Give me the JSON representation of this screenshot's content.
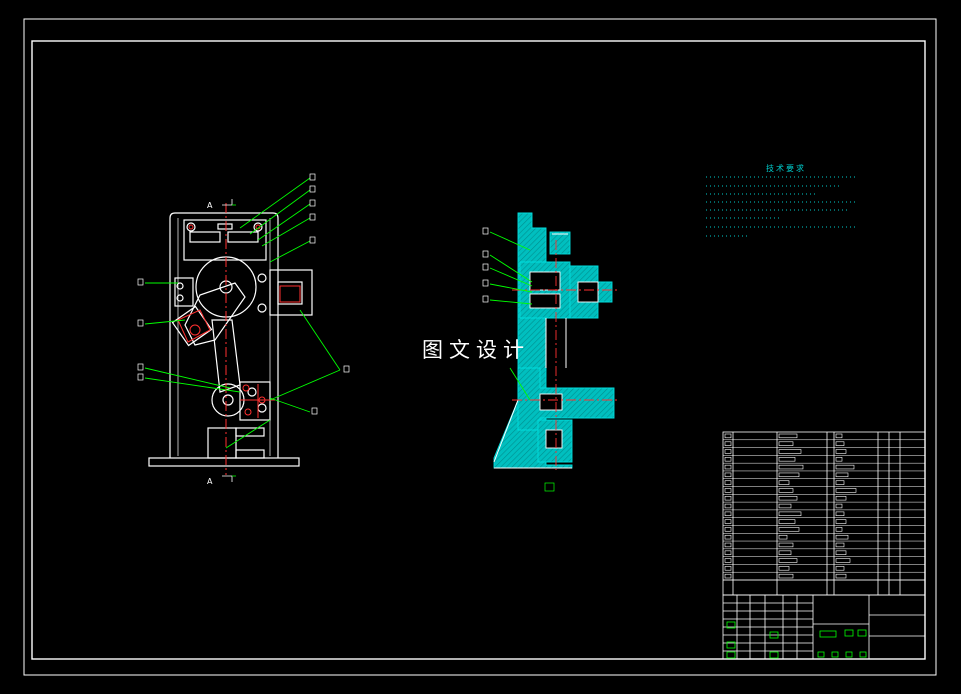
{
  "drawing": {
    "watermark": "图文设计",
    "tech_requirements_title": "技术要求",
    "section_labels": {
      "top": "A",
      "bottom": "A"
    },
    "colors": {
      "background": "#000000",
      "frame": "#ffffff",
      "leader": "#00ff00",
      "hatch": "#00cccc",
      "centerline": "#ff0000"
    }
  }
}
